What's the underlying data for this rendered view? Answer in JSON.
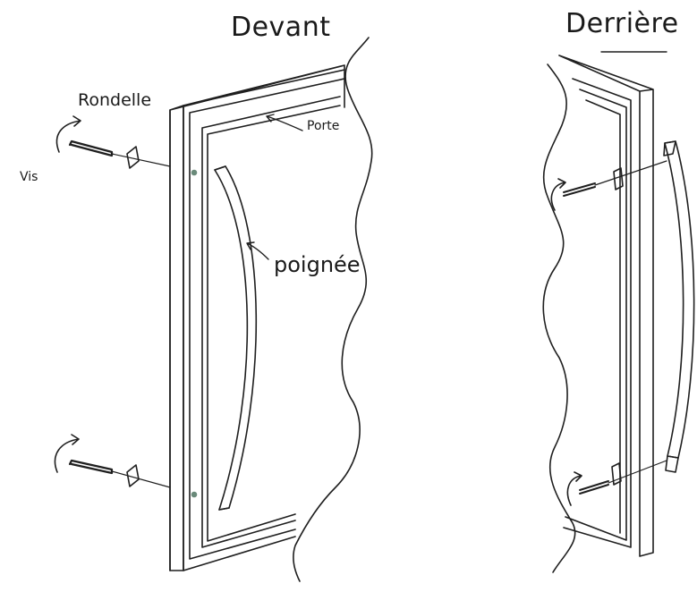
{
  "labels": {
    "front_title": "Devant",
    "back_title": "Derrière",
    "washer": "Rondelle",
    "door": "Porte",
    "screw": "Vis",
    "handle": "poignée"
  },
  "colors": {
    "line": "#1f1f1f",
    "background": "#ffffff",
    "hole": "#6a8a7a"
  }
}
